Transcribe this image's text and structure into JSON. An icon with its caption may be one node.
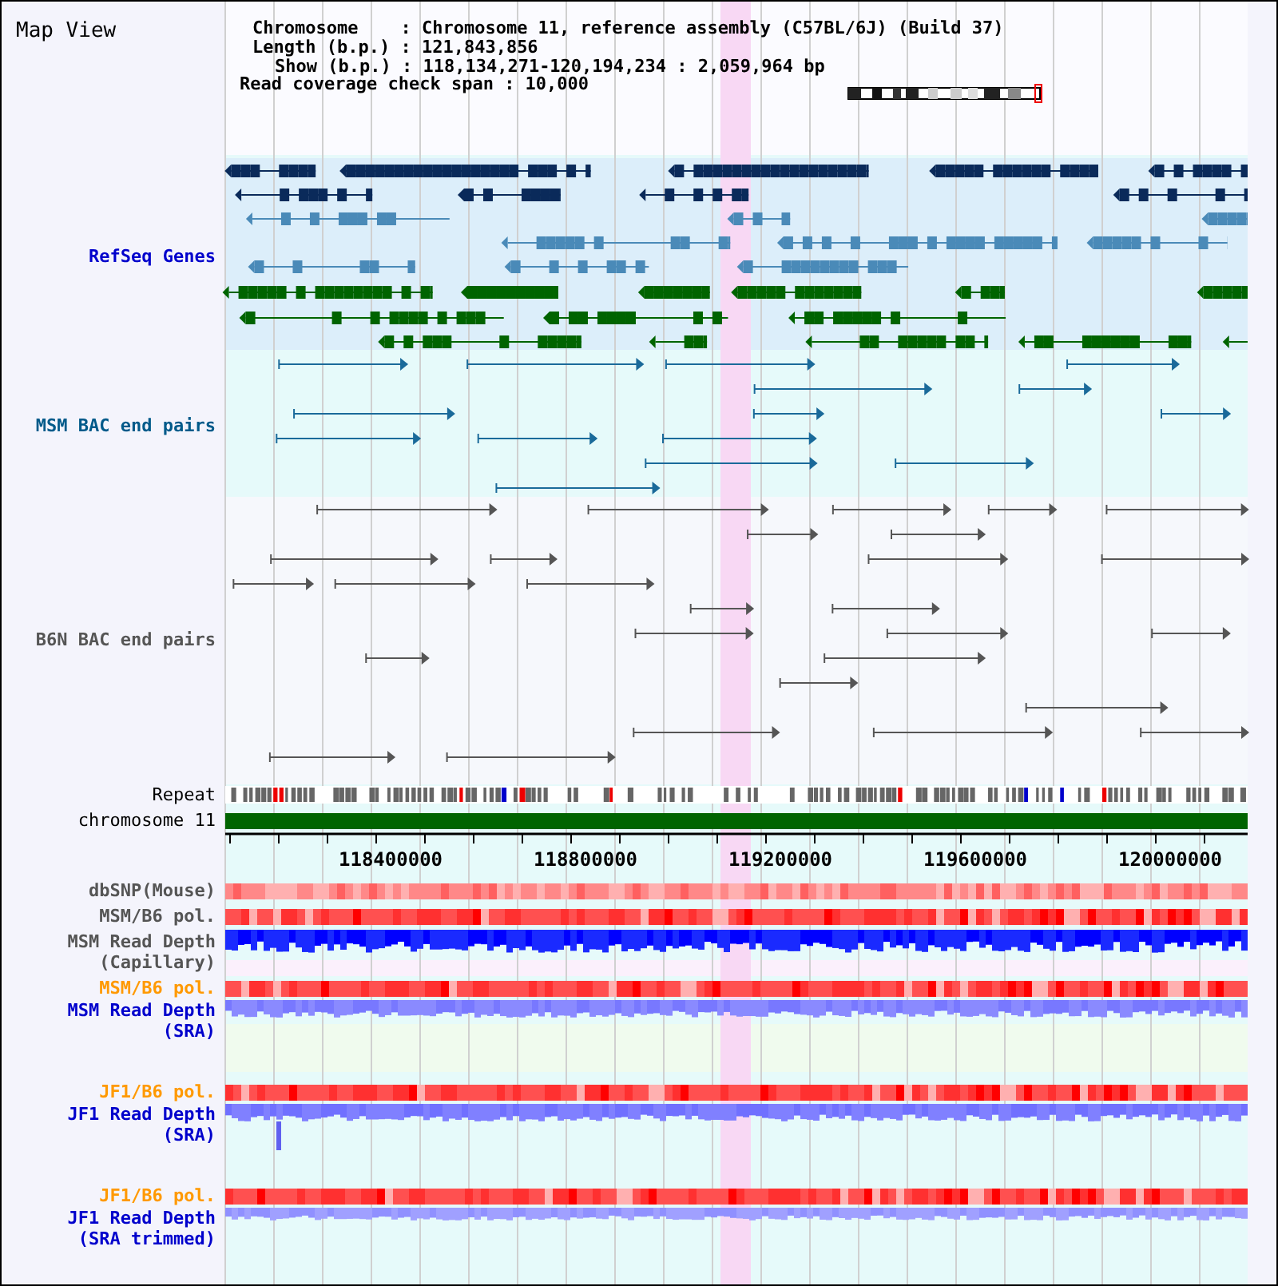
{
  "diagram": {
    "title": "Map View",
    "labels": [
      "Chromosome    : Chromosome 11, reference assembly (C57BL/6J) (Build 37)",
      "Length (b.p.) : 121,843,856",
      "Show (b.p.) : 118,134,271-120,194,234 : 2,059,964 bp",
      "Read coverage check span : 10,000",
      "RefSeq Genes",
      "MSM BAC end pairs",
      "B6N BAC end pairs",
      "Repeat",
      "chromosome 11",
      "118400000",
      "118800000",
      "119200000",
      "119600000",
      "120000000",
      "dbSNP(Mouse)",
      "MSM/B6 pol.",
      "MSM Read Depth (Capillary)",
      "MSM/B6 pol.",
      "MSM Read Depth (SRA)",
      "JF1/B6 pol.",
      "JF1 Read Depth (SRA)",
      "JF1/B6 pol.",
      "JF1 Read Depth (SRA trimmed)"
    ]
  }
}
